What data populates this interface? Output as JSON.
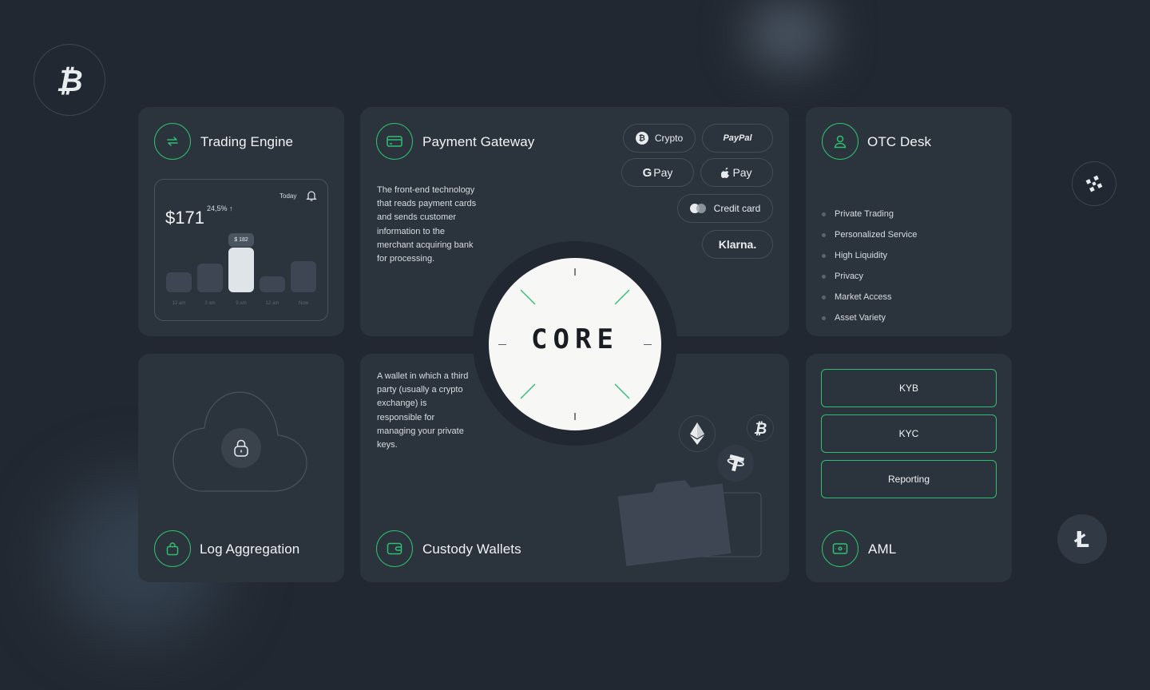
{
  "colors": {
    "background": "#222831",
    "card": "#2b333c",
    "accent": "#2fbf71",
    "core_disc": "#f7f7f6"
  },
  "decorations": {
    "coins": [
      "bitcoin-icon",
      "binance-icon",
      "litecoin-icon",
      "ethereum-icon",
      "tether-icon"
    ]
  },
  "trading_engine": {
    "title": "Trading Engine",
    "widget": {
      "amount": "$171",
      "change": "24,5% ↑",
      "period": "Today",
      "tooltip": "$ 182",
      "bars": [
        {
          "label": "12 am",
          "value": 0.45
        },
        {
          "label": "3 am",
          "value": 0.65
        },
        {
          "label": "9 am",
          "value": 1.0
        },
        {
          "label": "12 am",
          "value": 0.35
        },
        {
          "label": "Now",
          "value": 0.7
        }
      ]
    }
  },
  "payment_gateway": {
    "title": "Payment Gateway",
    "description": "The front-end technology that reads payment cards and sends customer information to the merchant acquiring bank for processing.",
    "methods": {
      "crypto": "Crypto",
      "paypal": "PayPal",
      "gpay": "Pay",
      "applepay": "Pay",
      "credit_card": "Credit card",
      "klarna": "Klarna."
    }
  },
  "otc_desk": {
    "title": "OTC Desk",
    "features": [
      "Private Trading",
      "Personalized Service",
      "High Liquidity",
      "Privacy",
      "Market Access",
      "Asset Variety"
    ]
  },
  "log_aggregation": {
    "title": "Log Aggregation"
  },
  "custody_wallets": {
    "title": "Custody Wallets",
    "description": "A wallet in which a third party (usually a crypto exchange) is responsible for managing your private keys."
  },
  "aml": {
    "title": "AML",
    "buttons": [
      "KYB",
      "KYC",
      "Reporting"
    ]
  },
  "core": {
    "label": "CORE"
  }
}
